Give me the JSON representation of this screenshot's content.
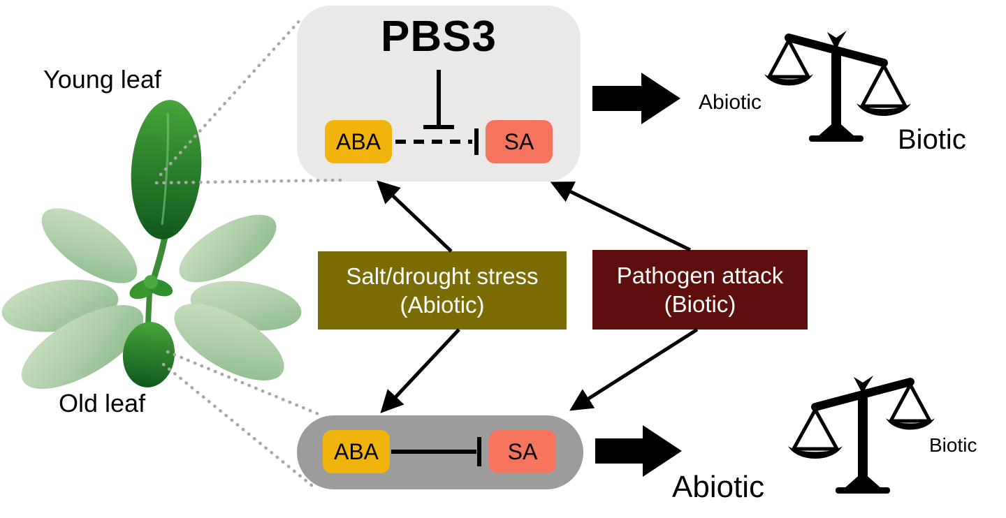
{
  "figure": {
    "title": "PBS3 pathway diagram: abiotic vs biotic stress balance in young and old leaves"
  },
  "plant": {
    "young_leaf_label": "Young leaf",
    "old_leaf_label": "Old leaf"
  },
  "young_pathway": {
    "gene": "PBS3",
    "aba": "ABA",
    "sa": "SA"
  },
  "old_pathway": {
    "aba": "ABA",
    "sa": "SA"
  },
  "stressors": {
    "abiotic": {
      "line1": "Salt/drought stress",
      "line2": "(Abiotic)"
    },
    "biotic": {
      "line1": "Pathogen attack",
      "line2": "(Biotic)"
    }
  },
  "balance_young": {
    "left_label": "Abiotic",
    "right_label": "Biotic",
    "heavier_side": "right"
  },
  "balance_old": {
    "left_label": "Abiotic",
    "right_label": "Biotic",
    "heavier_side": "left"
  },
  "relations": [
    {
      "from": "PBS3",
      "type": "inhibits",
      "to": "ABA–SA repression",
      "leaf": "young"
    },
    {
      "from": "ABA",
      "type": "inhibits",
      "to": "SA",
      "style": "dashed",
      "leaf": "young"
    },
    {
      "from": "ABA",
      "type": "inhibits",
      "to": "SA",
      "style": "solid",
      "leaf": "old"
    },
    {
      "from": "Salt/drought stress (Abiotic)",
      "type": "arrow",
      "to": "ABA",
      "leaf": "young and old"
    },
    {
      "from": "Pathogen attack (Biotic)",
      "type": "arrow",
      "to": "SA",
      "leaf": "young and old"
    }
  ],
  "colors": {
    "aba_badge": "#f1b40d",
    "sa_badge": "#f4745e",
    "abiotic_stress_box": "#7c6c05",
    "biotic_stress_box": "#5e0e0c",
    "young_panel_bg": "#eae9e7",
    "old_panel_bg": "#9c9c9c",
    "arrow": "#000000",
    "callout_dots": "#a8a8a8",
    "young_leaf_green": "#2e8a2b",
    "rosette_green": "#a5c6a0"
  }
}
